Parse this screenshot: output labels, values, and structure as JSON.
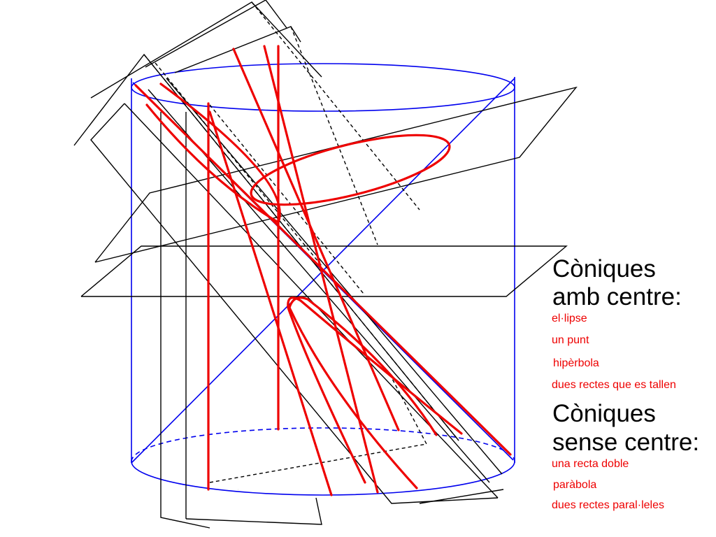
{
  "colors": {
    "cone_outline": "#0000ee",
    "plane_outline": "#000000",
    "conic_section": "#ee0000",
    "label_text": "#ee0000",
    "heading_text": "#000000"
  },
  "legend": {
    "with_center": {
      "line1": "Còniques",
      "line2": "amb centre:",
      "items": [
        "el·lipse",
        "un punt",
        "hipèrbola",
        "dues rectes que es tallen"
      ]
    },
    "without_center": {
      "line1": "Còniques",
      "line2": "sense centre:",
      "items": [
        "una recta doble",
        "paràbola",
        "dues rectes paral·leles"
      ]
    }
  }
}
